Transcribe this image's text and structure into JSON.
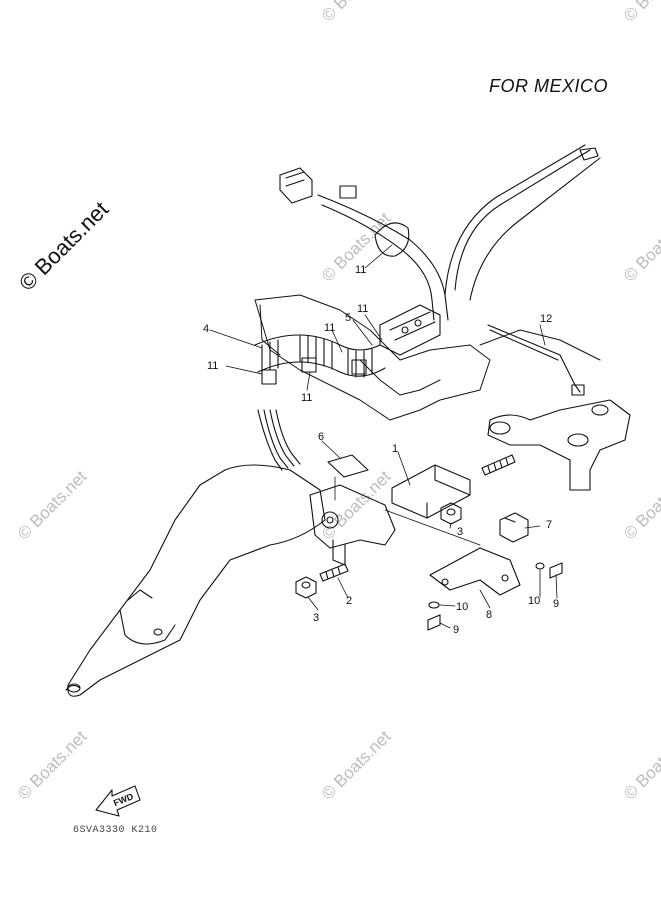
{
  "title": "FOR MEXICO",
  "diagram_code": "6SVA3330 K210",
  "watermark_main": "© Boats.net",
  "watermark_faint": "© Boats.net",
  "fwd_label": "FWD",
  "callouts": {
    "c1": "1",
    "c2": "2",
    "c3a": "3",
    "c3b": "3",
    "c4": "4",
    "c5": "5",
    "c6": "6",
    "c7": "7",
    "c8": "8",
    "c9a": "9",
    "c9b": "9",
    "c10a": "10",
    "c10b": "10",
    "c11a": "11",
    "c11b": "11",
    "c11c": "11",
    "c11d": "11",
    "c11e": "11",
    "c12": "12"
  }
}
